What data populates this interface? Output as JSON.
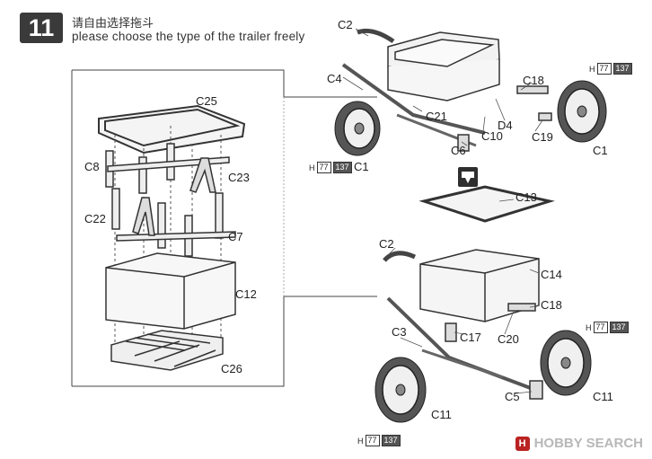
{
  "step": {
    "number": "11",
    "instruction_zh": "请自由选择拖斗",
    "instruction_en": "please choose the type of the trailer freely"
  },
  "hbox": {
    "h": "H",
    "a": "77",
    "b": "137"
  },
  "top_assembly_labels": [
    "C2",
    "C4",
    "C18",
    "C21",
    "D4",
    "C10",
    "C19",
    "C6",
    "C1",
    "C1"
  ],
  "detail_labels": [
    "C25",
    "C8",
    "C23",
    "C22",
    "C7",
    "C12",
    "C26"
  ],
  "bottom_assembly_labels": [
    "C13",
    "C2",
    "C14",
    "C18",
    "C3",
    "C17",
    "C20",
    "C5",
    "C11",
    "C11"
  ],
  "watermark": {
    "brand": "HOBBY SEARCH",
    "logo": "H"
  }
}
